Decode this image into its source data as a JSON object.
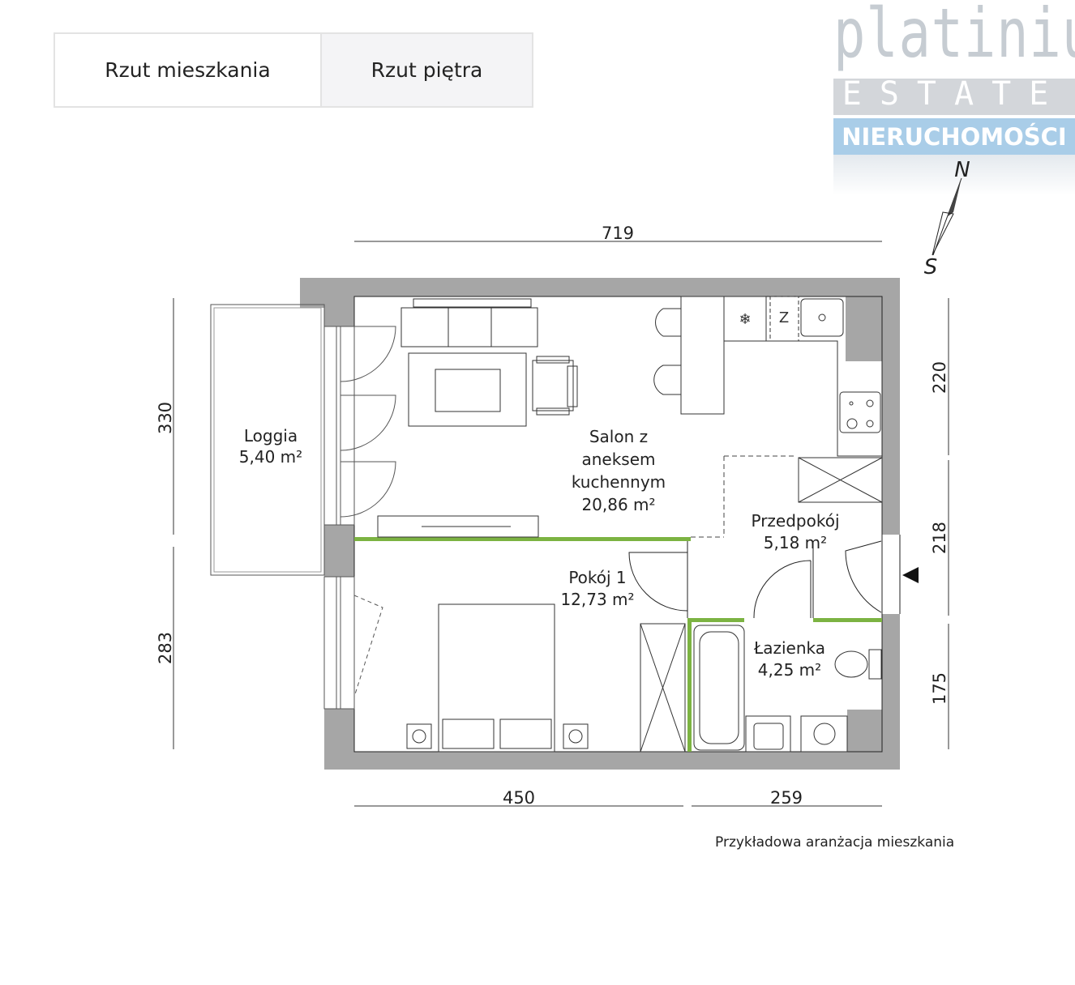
{
  "tabs": [
    {
      "label": "Rzut mieszkania",
      "active": true
    },
    {
      "label": "Rzut piętra",
      "active": false
    }
  ],
  "logo": {
    "line1": "platinium",
    "line2": "ESTATE",
    "line3": "NIERUCHOMOŚCI"
  },
  "compass": {
    "north": "N",
    "south": "S"
  },
  "rooms": [
    {
      "name": "Loggia",
      "area": "5,40 m²"
    },
    {
      "name_lines": [
        "Salon z",
        "aneksem",
        "kuchennym"
      ],
      "area": "20,86 m²"
    },
    {
      "name": "Przedpokój",
      "area": "5,18 m²"
    },
    {
      "name": "Pokój 1",
      "area": "12,73 m²"
    },
    {
      "name": "Łazienka",
      "area": "4,25 m²"
    }
  ],
  "dimensions": {
    "top": "719",
    "left_upper": "330",
    "left_lower": "283",
    "right_upper": "220",
    "right_middle": "218",
    "right_lower": "175",
    "bottom_left": "450",
    "bottom_right": "259"
  },
  "note": "Przykładowa aranżacja mieszkania",
  "colors": {
    "wall": "#a6a6a6",
    "partition": "#7cb342",
    "line": "#222222"
  }
}
